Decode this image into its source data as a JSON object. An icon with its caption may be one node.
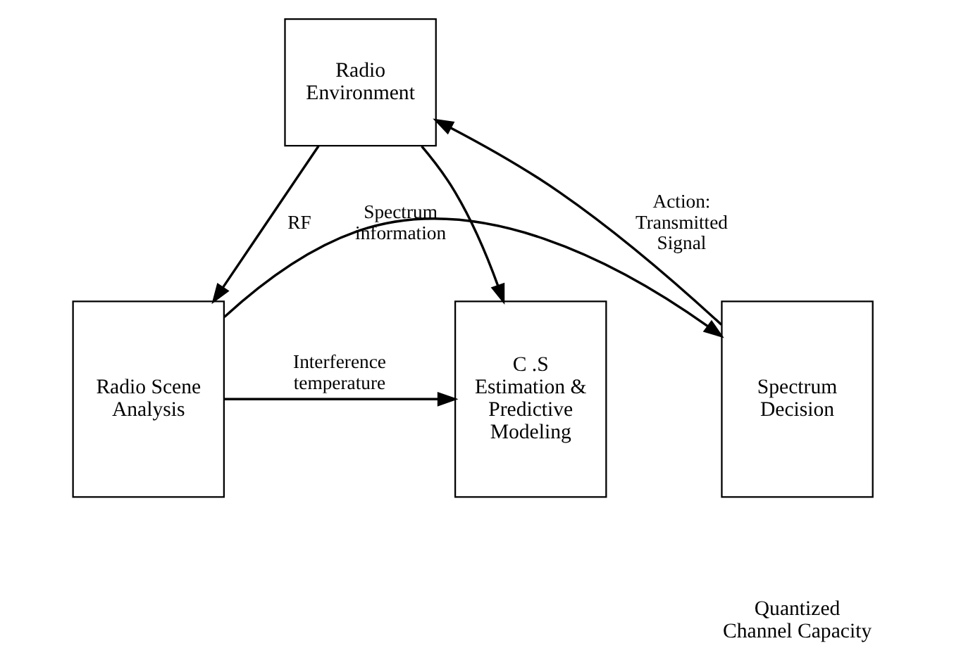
{
  "diagram": {
    "nodes": [
      {
        "text": [
          "Radio Environment"
        ]
      },
      {
        "text": [
          "Spectrum Decision"
        ]
      },
      {
        "text": [
          "Radio Scene Analysis"
        ]
      },
      {
        "text": [
          "C .S Estimation & Predictive Modeling"
        ]
      }
    ],
    "edges": [
      {
        "from": 1,
        "to": 0,
        "arrow": "to",
        "label": "Action: Transmitted Signal"
      },
      {
        "from": 0,
        "to": 2,
        "arrow": "to",
        "label": "RF"
      },
      {
        "from": 0,
        "to": 3,
        "arrow": "to"
      },
      {
        "from": 2,
        "to": 1,
        "arrow": "to",
        "label": "Spectrum information"
      },
      {
        "from": 2,
        "to": 3,
        "arrow": "to",
        "label": "Interference temperature"
      }
    ],
    "labels": [
      "Quantized Channel Capacity"
    ]
  }
}
